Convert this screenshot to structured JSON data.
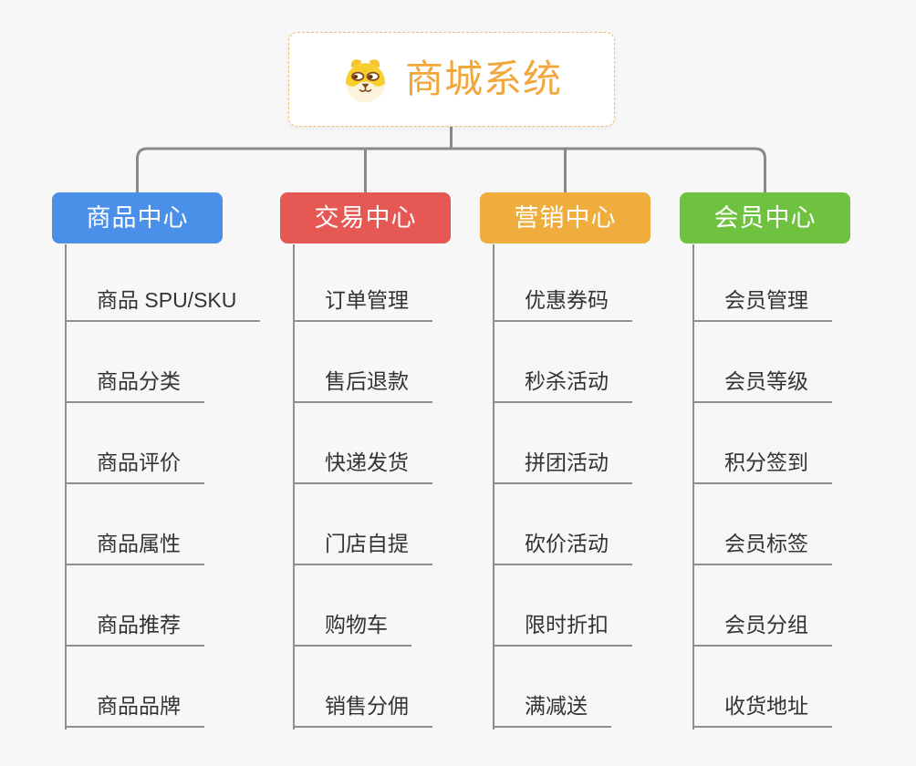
{
  "root": {
    "title": "商城系统",
    "icon": "dog-face-icon"
  },
  "branches": [
    {
      "label": "商品中心",
      "color": "#4a8fe8",
      "children": [
        "商品 SPU/SKU",
        "商品分类",
        "商品评价",
        "商品属性",
        "商品推荐",
        "商品品牌"
      ]
    },
    {
      "label": "交易中心",
      "color": "#e65854",
      "children": [
        "订单管理",
        "售后退款",
        "快递发货",
        "门店自提",
        "购物车",
        "销售分佣"
      ]
    },
    {
      "label": "营销中心",
      "color": "#efad3d",
      "children": [
        "优惠券码",
        "秒杀活动",
        "拼团活动",
        "砍价活动",
        "限时折扣",
        "满减送"
      ]
    },
    {
      "label": "会员中心",
      "color": "#6fc140",
      "children": [
        "会员管理",
        "会员等级",
        "积分签到",
        "会员标签",
        "会员分组",
        "收货地址"
      ]
    }
  ],
  "colors": {
    "background": "#f7f7f7",
    "connector": "#8a8a8a",
    "underline": "#8f8f8f",
    "child_text": "#333333",
    "root_text": "#f0a73c",
    "root_border": "#eeba6e",
    "branch_text": "#ffffff"
  }
}
